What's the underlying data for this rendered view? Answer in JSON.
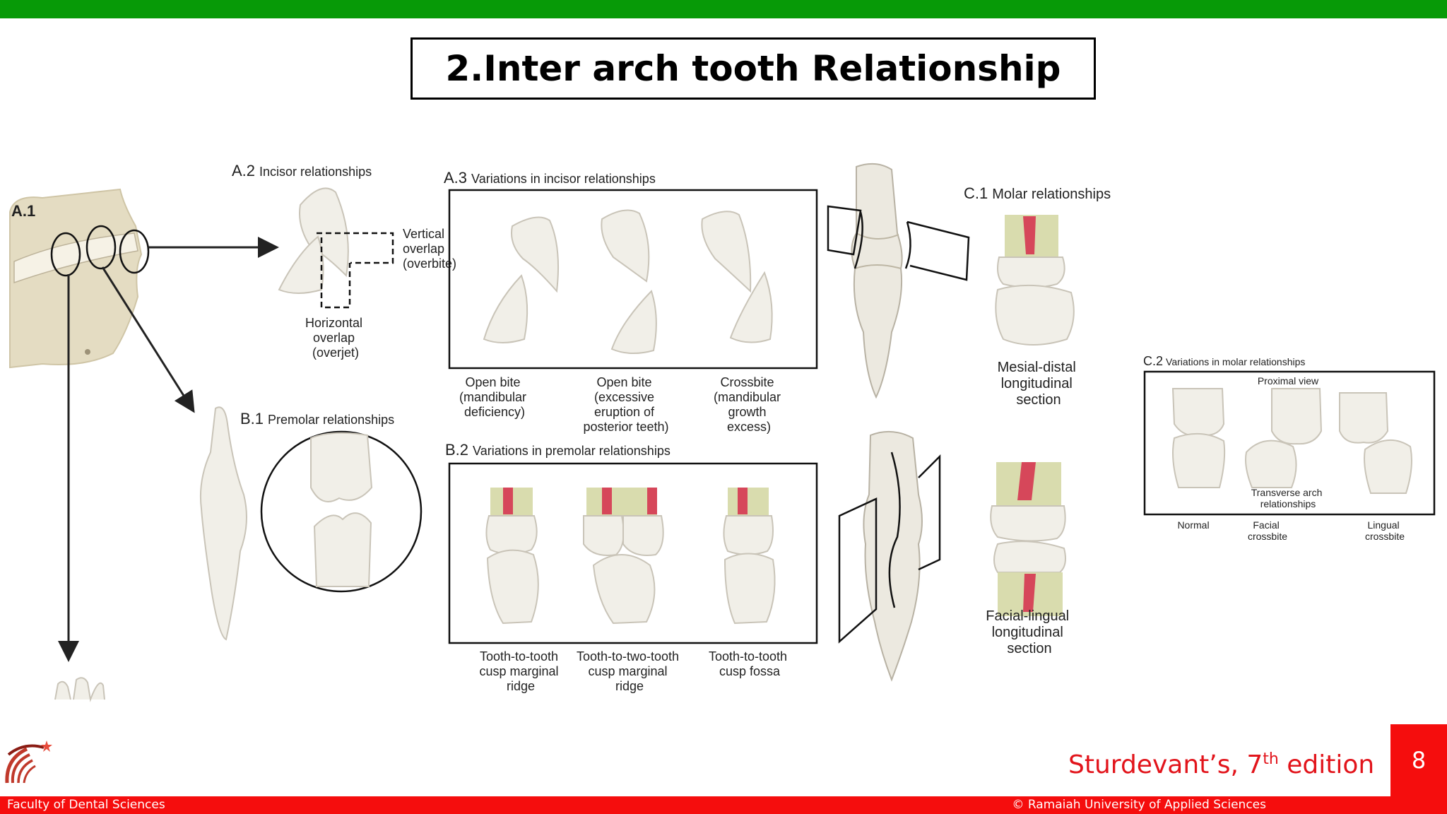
{
  "slide": {
    "title": "2.Inter arch tooth Relationship",
    "citation": "Sturdevant’s, 7",
    "citation_sup": "th",
    "citation_tail": " edition",
    "page_number": "8",
    "footer_left": "Faculty of Dental Sciences",
    "footer_right": "© Ramaiah University of Applied Sciences"
  },
  "figure": {
    "a1": "A.1",
    "a2_num": "A.2",
    "a2_text": "Incisor relationships",
    "vertical_overlap": [
      "Vertical",
      "overlap",
      "(overbite)"
    ],
    "horizontal_overlap": [
      "Horizontal",
      "overlap",
      "(overjet)"
    ],
    "a3_num": "A.3",
    "a3_text": "Variations in incisor relationships",
    "a3_captions": [
      [
        "Open bite",
        "(mandibular",
        "deficiency)"
      ],
      [
        "Open bite",
        "(excessive",
        "eruption of",
        "posterior teeth)"
      ],
      [
        "Crossbite",
        "(mandibular",
        "growth",
        "excess)"
      ]
    ],
    "b1_num": "B.1",
    "b1_text": "Premolar relationships",
    "b2_num": "B.2",
    "b2_text": "Variations in premolar relationships",
    "b2_captions": [
      [
        "Tooth-to-tooth",
        "cusp marginal",
        "ridge"
      ],
      [
        "Tooth-to-two-tooth",
        "cusp marginal",
        "ridge"
      ],
      [
        "Tooth-to-tooth",
        "cusp fossa"
      ]
    ],
    "c1_num": "C.1",
    "c1_text": "Molar relationships",
    "mesial_distal": [
      "Mesial-distal",
      "longitudinal",
      "section"
    ],
    "facial_lingual": [
      "Facial-lingual",
      "longitudinal",
      "section"
    ],
    "c2_num": "C.2",
    "c2_text": "Variations in molar relationships",
    "proximal_view": "Proximal view",
    "transverse": [
      "Transverse arch",
      "relationships"
    ],
    "c2_captions": [
      [
        "Normal"
      ],
      [
        "Facial",
        "crossbite"
      ],
      [
        "Lingual",
        "crossbite"
      ]
    ]
  },
  "colors": {
    "top_bar": "#079a07",
    "bottom_bar": "#f50d0d",
    "citation": "#e2141b",
    "canal": "#d6475a"
  }
}
